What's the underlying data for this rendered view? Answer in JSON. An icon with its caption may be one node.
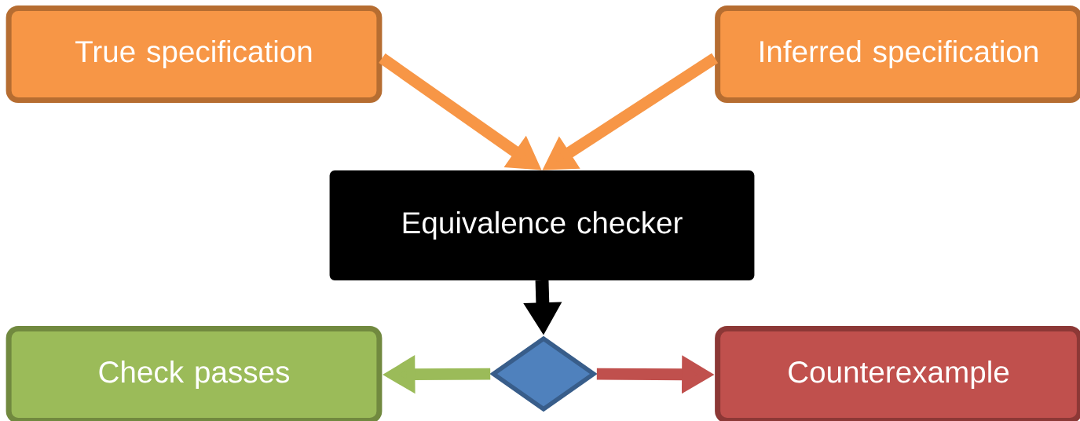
{
  "diagram": {
    "nodes": [
      {
        "text": [
          "True specification"
        ]
      },
      {
        "text": [
          "Inferred specification"
        ]
      },
      {
        "text": [
          "Equivalence checker"
        ]
      },
      {
        "text": [],
        "shape": "diamond"
      },
      {
        "text": [
          "Check passes"
        ]
      },
      {
        "text": [
          "Counterexample"
        ]
      }
    ],
    "edges": [
      {
        "from": 0,
        "to": 2,
        "arrow": "to",
        "color": "#f79646"
      },
      {
        "from": 1,
        "to": 2,
        "arrow": "to",
        "color": "#f79646"
      },
      {
        "from": 2,
        "to": 3,
        "arrow": "to",
        "color": "#000000"
      },
      {
        "from": 3,
        "to": 4,
        "arrow": "to",
        "color": "#9bbb59"
      },
      {
        "from": 3,
        "to": 5,
        "arrow": "to",
        "color": "#c0504d"
      }
    ]
  }
}
